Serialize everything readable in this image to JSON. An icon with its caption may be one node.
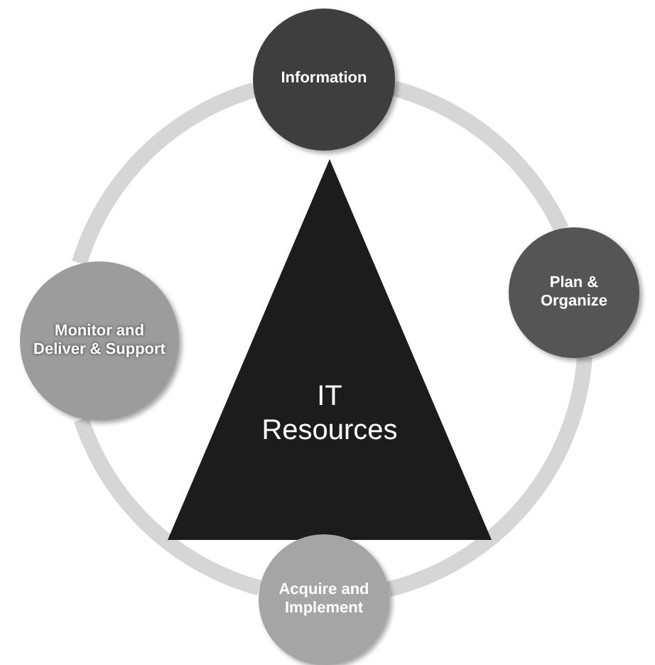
{
  "diagram": {
    "nodes": [
      {
        "text": [
          "Information"
        ]
      },
      {
        "text": [
          "Monitor and Deliver & Support"
        ]
      },
      {
        "text": [
          "IT Resources"
        ]
      },
      {
        "text": [
          "Plan & Organize"
        ]
      },
      {
        "text": [
          "Acquire and Implement"
        ]
      }
    ],
    "edges": [
      {
        "from": 0,
        "to": 3,
        "arrow": "none"
      },
      {
        "from": 3,
        "to": 4,
        "arrow": "none"
      },
      {
        "from": 4,
        "to": 1,
        "arrow": "none"
      },
      {
        "from": 1,
        "to": 0,
        "arrow": "none"
      }
    ]
  }
}
